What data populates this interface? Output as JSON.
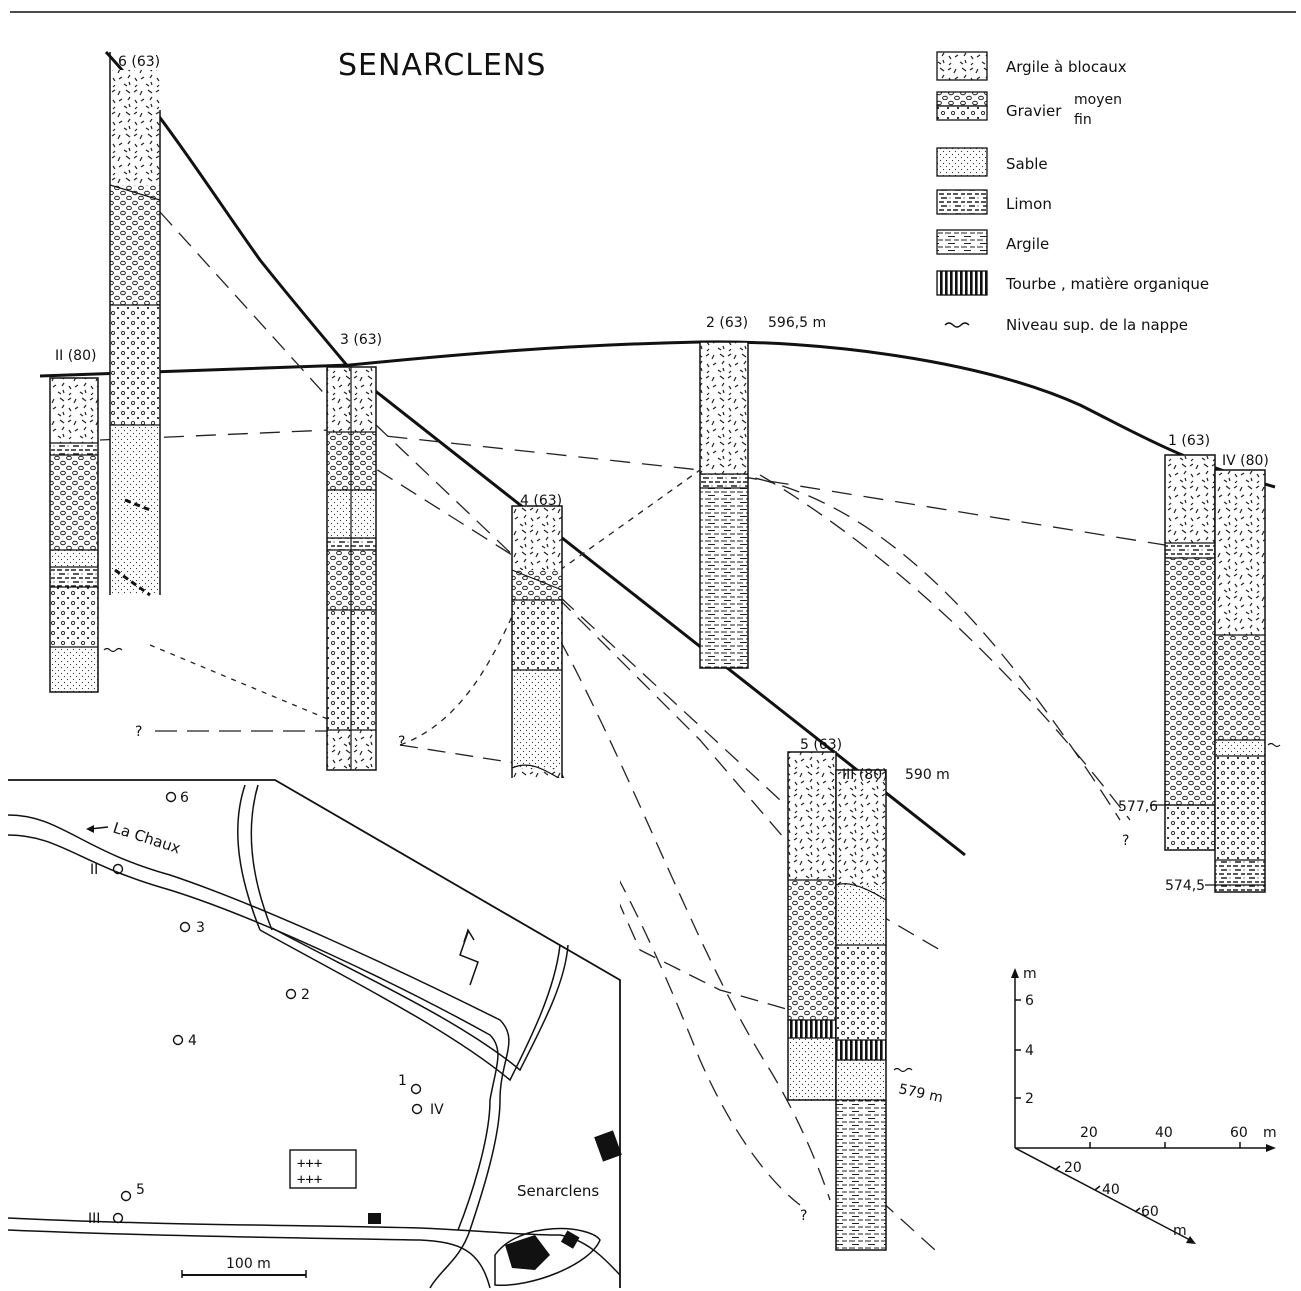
{
  "title": "SENARCLENS",
  "legend": [
    {
      "key": "argile_blocaux",
      "label": "Argile à blocaux"
    },
    {
      "key": "gravier",
      "label": "Gravier",
      "sub": [
        "moyen",
        "fin"
      ]
    },
    {
      "key": "sable",
      "label": "Sable"
    },
    {
      "key": "limon",
      "label": "Limon"
    },
    {
      "key": "argile",
      "label": "Argile"
    },
    {
      "key": "tourbe",
      "label": "Tourbe , matière organique"
    },
    {
      "key": "nappe",
      "label": "Niveau sup. de la nappe"
    }
  ],
  "boreholes": {
    "b6": "6 (63)",
    "bII": "II (80)",
    "b3": "3 (63)",
    "b2": "2 (63)",
    "b4": "4 (63)",
    "b1": "1 (63)",
    "bIV": "IV (80)",
    "b5": "5 (63)",
    "bIII": "III (80)"
  },
  "elevations": {
    "top_b2": "596,5 m",
    "top_bIII": "590 m",
    "b1_577": "577,6",
    "bIV_574": "574,5",
    "water_579": "579 m"
  },
  "unknown_mark": "?",
  "map": {
    "road_label": "La Chaux",
    "village": "Senarclens",
    "points": [
      "6",
      "II",
      "3",
      "2",
      "4",
      "1",
      "IV",
      "5",
      "III"
    ],
    "scale_label": "100 m"
  },
  "scale_axes": {
    "unit": "m",
    "vertical_ticks": [
      "2",
      "4",
      "6"
    ],
    "horizontal_ticks": [
      "20",
      "40",
      "60"
    ],
    "depth_ticks": [
      "20",
      "40",
      "60"
    ]
  }
}
